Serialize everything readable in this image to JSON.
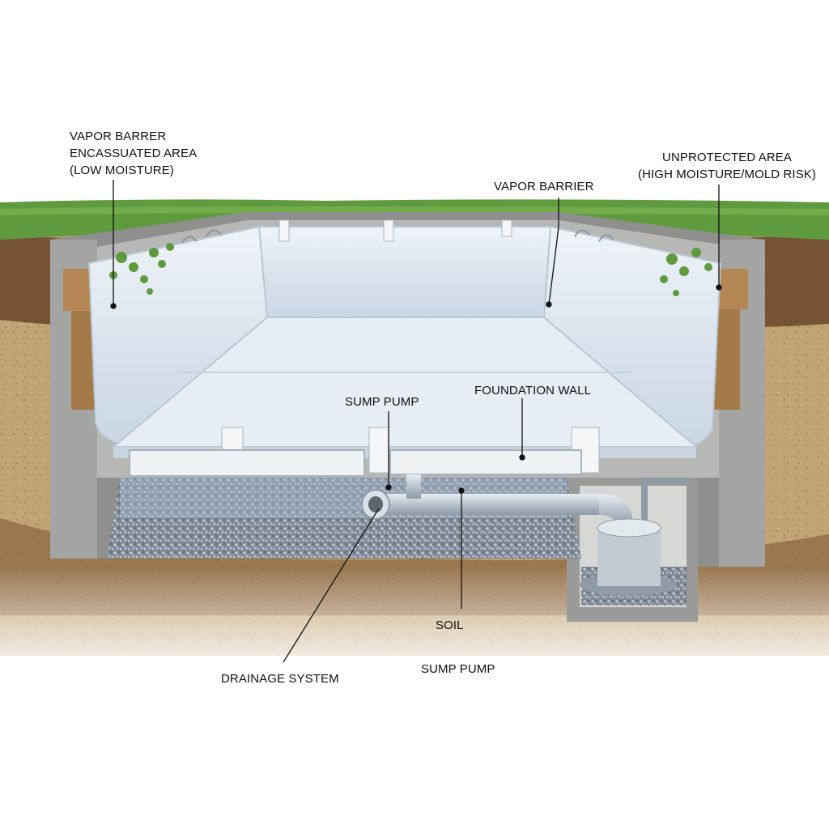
{
  "labels": {
    "vapor_barrier_left": [
      "VAPOR BARRER",
      "ENCASSUATED AREA",
      "(LOW MOISTURE)"
    ],
    "unprotected_area": [
      "UNPROTECTED AREA",
      "(HIGH MOISTURE/MOLD RISK)"
    ],
    "vapor_barrier_back": "VAPOR BARRIER",
    "sump_pump_upper": "SUMP PUMP",
    "foundation_wall": "FOUNDATION WALL",
    "soil": "SOIL",
    "drainage_system": "DRAINAGE SYSTEM",
    "sump_pump_lower": "SUMP PUMP"
  },
  "colors": {
    "grass": "#5f9a3e",
    "soil_dark": "#6e4a30",
    "soil_sand": "#c4a676",
    "concrete": "#a7a8a6",
    "barrier": "#dde6ef",
    "gravel": "#8e9aa8",
    "pipe": "#c9d2dc",
    "wood": "#a47a48",
    "leader_line": "#111111"
  }
}
